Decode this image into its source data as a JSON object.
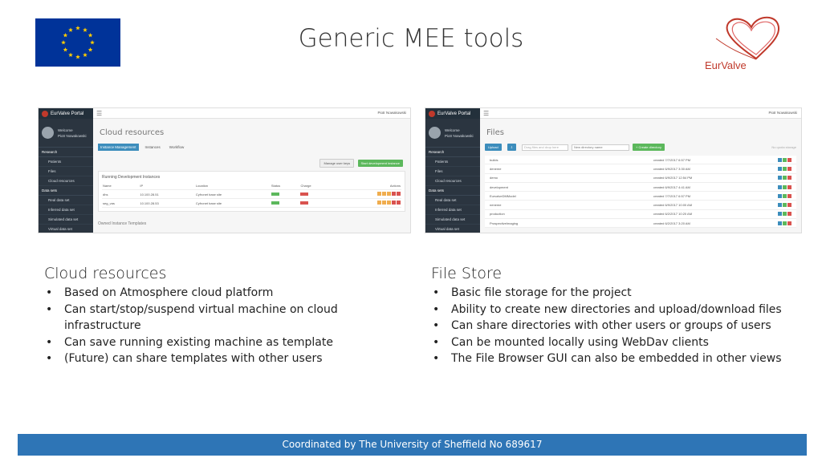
{
  "title": "Generic MEE tools",
  "logo": {
    "text": "EurValve"
  },
  "screenshots": {
    "left": {
      "brand": "EurValve Portal",
      "user_greeting": "Welcome",
      "user_name": "Piotr Nowakowski",
      "top_user": "Piotr Nowakowski",
      "nav": {
        "research": "Research",
        "patients": "Patients",
        "files": "Files",
        "cloud": "Cloud resources",
        "datasets": "Data sets",
        "d1": "Real data set",
        "d2": "Inferred data set",
        "d3": "Simulated data set",
        "d4": "Virtual data set"
      },
      "heading": "Cloud resources",
      "tabs": [
        "Instance Management",
        "Instances",
        "Workflow"
      ],
      "btn_keys": "Manage user keys",
      "btn_start": "Start development instance",
      "section": "Running Development Instances",
      "cols": [
        "Name",
        "IP",
        "Location",
        "Status",
        "Charge",
        "Actions"
      ],
      "rows": [
        [
          "dhs",
          "10.100.28.51",
          "Cyfronet base site",
          "ok",
          "off"
        ],
        [
          "seg_vas",
          "10.100.28.53",
          "Cyfronet base site",
          "ok",
          "off"
        ]
      ],
      "owned": "Owned Instance Templates"
    },
    "right": {
      "brand": "EurValve Portal",
      "user_greeting": "Welcome",
      "user_name": "Piotr Nowakowski",
      "top_user": "Piotr Nowakowski",
      "nav": {
        "research": "Research",
        "patients": "Patients",
        "files": "Files",
        "cloud": "Cloud resources",
        "datasets": "Data sets",
        "d1": "Real data set",
        "d2": "Inferred data set",
        "d3": "Simulated data set",
        "d4": "Virtual data set"
      },
      "heading": "Files",
      "btn_upload": "Upload",
      "drop": "Drag files and drop here",
      "new_dir_placeholder": "New directory name",
      "btn_create": "+ Create directory",
      "storage": "No quota storage",
      "files": [
        [
          "builds",
          "created 7/7/2017 6:57 PM"
        ],
        [
          "deneme",
          "created 6/9/2017 3:30 AM"
        ],
        [
          "demo",
          "created 6/9/2017 12:54 PM"
        ],
        [
          "development",
          "created 6/9/2017 4:41 AM"
        ],
        [
          "EurvalveDMModel",
          "created 7/7/2017 6:57 PM"
        ],
        [
          "neneme",
          "created 6/9/2017 10:00 AM"
        ],
        [
          "production",
          "created 6/2/2017 10:20 AM"
        ],
        [
          "ProspectiveImaging",
          "created 6/2/2017 3:20 AM"
        ]
      ]
    }
  },
  "cloud": {
    "heading": "Cloud resources",
    "items": [
      "Based on Atmosphere cloud platform",
      "Can start/stop/suspend virtual machine on cloud infrastructure",
      "Can save running existing machine as template",
      "(Future) can share templates with other users"
    ]
  },
  "files": {
    "heading": "File Store",
    "items": [
      "Basic file storage for the project",
      "Ability to create new directories and upload/download files",
      "Can share directories with other users or groups of users",
      "Can be mounted locally using WebDav clients",
      "The File Browser GUI can also be embedded in other views"
    ]
  },
  "footer": "Coordinated by The University of Sheffield No 689617",
  "colors": {
    "footer": "#2e75b6",
    "eu_blue": "#003399",
    "eu_star": "#ffcc00",
    "heart": "#c0392b"
  }
}
